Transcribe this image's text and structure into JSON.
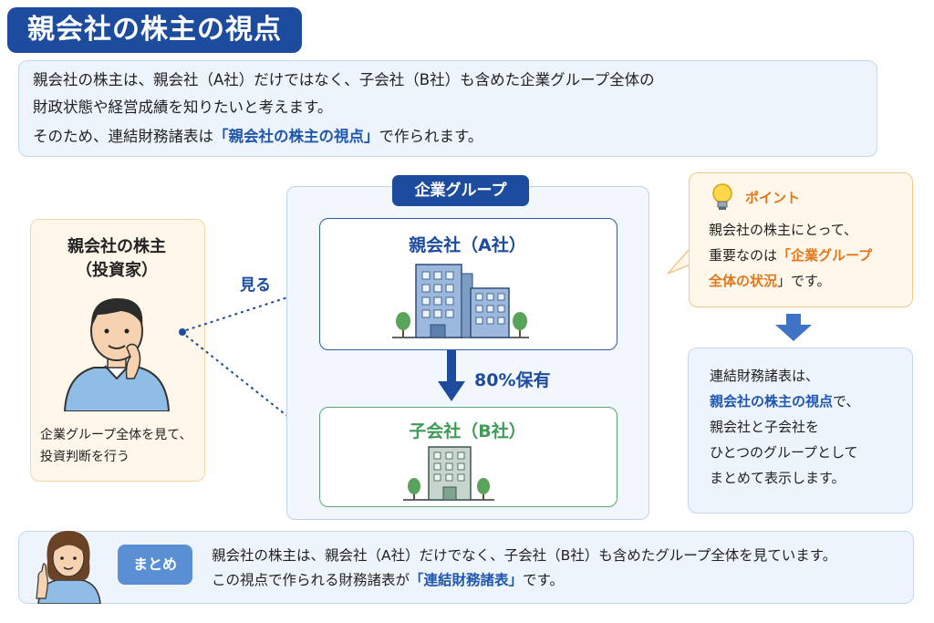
{
  "title": "親会社の株主の視点",
  "intro": {
    "line1": "親会社の株主は、親会社（A社）だけではなく、子会社（B社）も含めた企業グループ全体の",
    "line2": "財政状態や経営成績を知りたいと考えます。",
    "line3_before": "そのため、連結財務諸表は",
    "line3_highlight": "「親会社の株主の視点」",
    "line3_after": "で作られます。"
  },
  "shareholder": {
    "title_line1": "親会社の株主",
    "title_line2": "（投資家）",
    "desc_line1": "企業グループ全体を見て、",
    "desc_line2": "投資判断を行う"
  },
  "view_label": "見る",
  "group": {
    "label": "企業グループ",
    "parent_label": "親会社（A社）",
    "child_label": "子会社（B社）",
    "ownership": "80%保有"
  },
  "point": {
    "title": "ポイント",
    "line1": "親会社の株主にとって、",
    "line2_before": "重要なのは",
    "line2_highlight": "「企業グループ",
    "line3_highlight": "全体の状況",
    "line3_after": "」です。"
  },
  "explain": {
    "line1": "連結財務諸表は、",
    "line2_highlight": "親会社の株主の視点",
    "line2_after": "で、",
    "line3": "親会社と子会社を",
    "line4": "ひとつのグループとして",
    "line5": "まとめて表示します。"
  },
  "summary": {
    "tag": "まとめ",
    "line1": "親会社の株主は、親会社（A社）だけでなく、子会社（B社）も含めたグループ全体を見ています。",
    "line2_before": "この視点で作られる財務諸表が",
    "line2_highlight": "「連結財務諸表」",
    "line2_after": "です。"
  },
  "colors": {
    "primary_blue": "#1d4c9e",
    "highlight_blue": "#1f56b0",
    "highlight_orange": "#e2761c",
    "child_green": "#3f9a58"
  }
}
